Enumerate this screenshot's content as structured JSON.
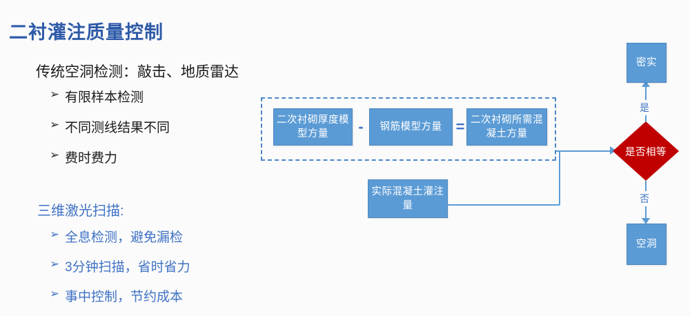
{
  "slide": {
    "title": "二衬灌注质量控制",
    "background_color": "#fbfbfb",
    "title_color": "#2E5AA8"
  },
  "left_panel": {
    "traditional": {
      "heading": "传统空洞检测：敲击、地质雷达",
      "bullet_glyph": "➢",
      "text_color": "#1a1a1a",
      "items": [
        {
          "label": "有限样本检测"
        },
        {
          "label": "不同测线结果不同"
        },
        {
          "label": "费时费力"
        }
      ]
    },
    "laser": {
      "heading": "三维激光扫描:",
      "bullet_glyph": "➢",
      "text_color": "#3F72C4",
      "items": [
        {
          "label": "全息检测，避免漏检"
        },
        {
          "label": "3分钟扫描，省时省力"
        },
        {
          "label": "事中控制，节约成本"
        }
      ]
    }
  },
  "diagram": {
    "group_border_color": "#4A86C8",
    "box_fill": "#5B9BD5",
    "box_text_color": "#ffffff",
    "connector_color": "#5B9BD5",
    "decision_fill": "#C00000",
    "equation": {
      "box_thickness": "二次衬砌厚度模型方量",
      "operator_minus": "-",
      "box_rebar": "钢筋模型方量",
      "operator_equals": "=",
      "box_needed": "二次衬砌所需混凝土方量"
    },
    "actual_box": "实际混凝土灌注量",
    "decision": "是否相等",
    "branches": {
      "yes_label": "是",
      "yes_result": "密实",
      "no_label": "否",
      "no_result": "空洞"
    }
  }
}
